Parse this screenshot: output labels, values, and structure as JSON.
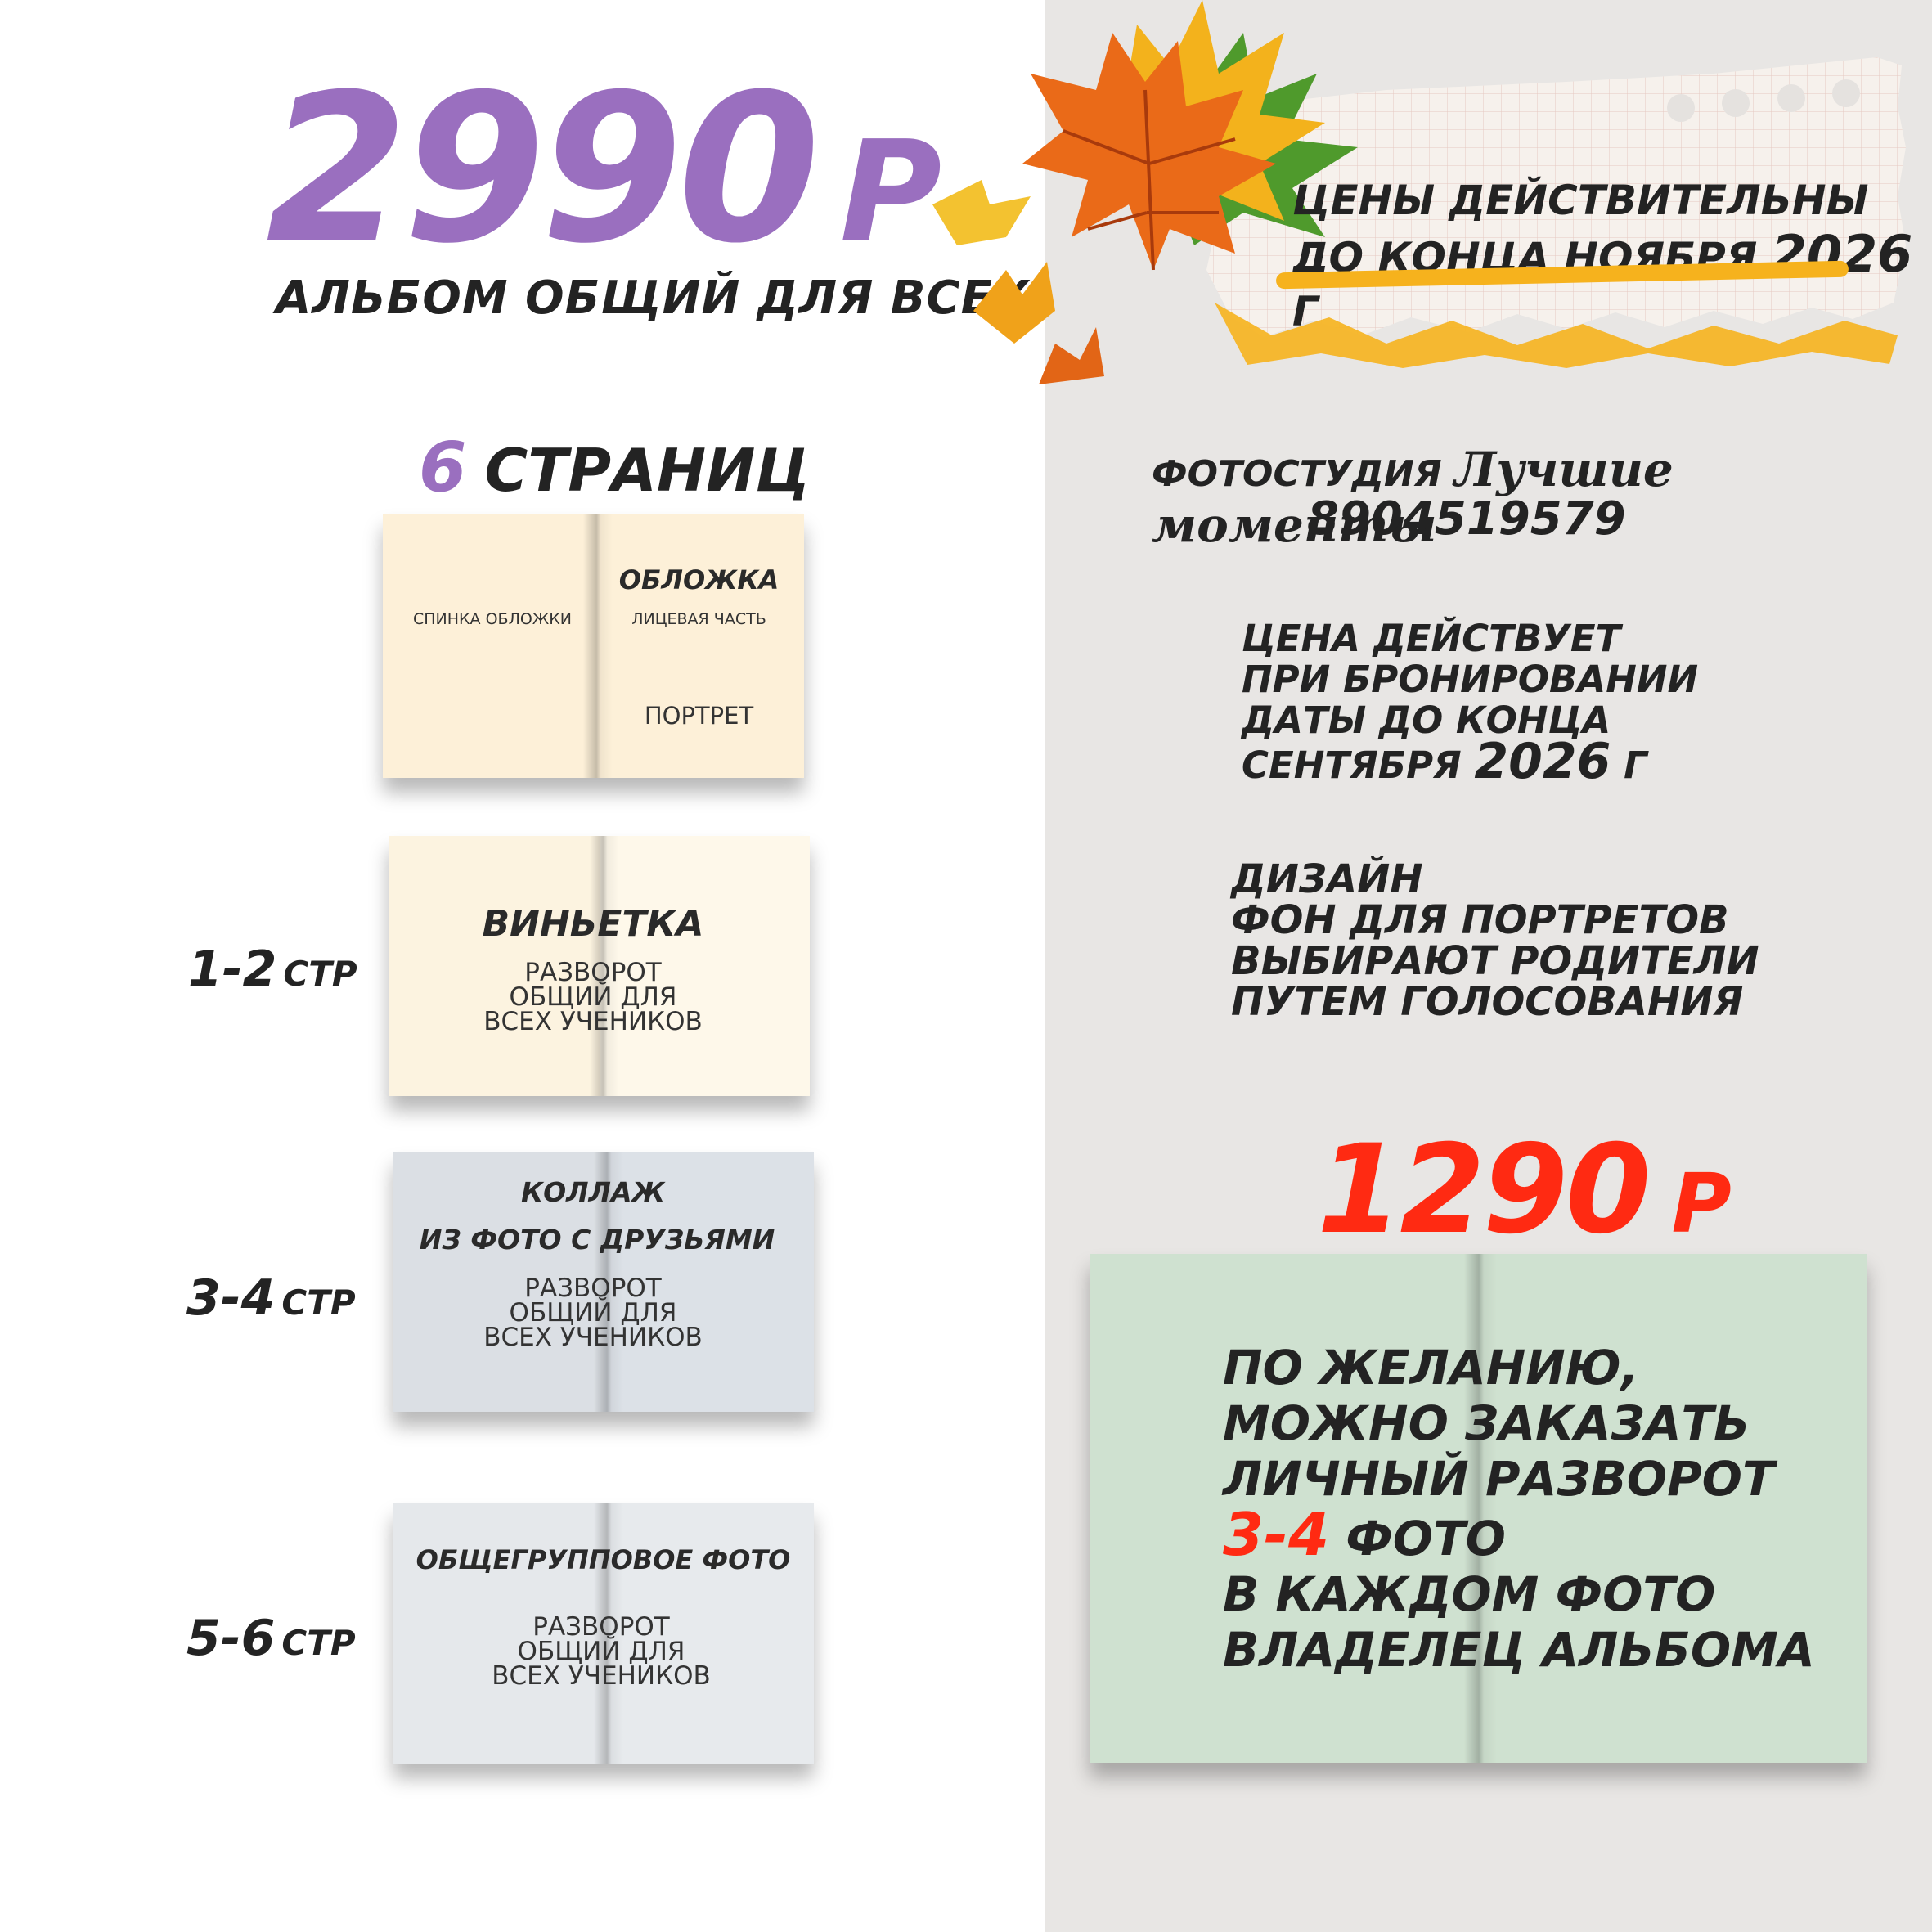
{
  "colors": {
    "purple": "#9a6fbf",
    "red": "#ff2a12",
    "yellow": "#f6b21d",
    "right_bg": "#e8e6e4"
  },
  "main_offer": {
    "price": "2990",
    "currency": "Р",
    "caption": "АЛЬБОМ ОБЩИЙ ДЛЯ ВСЕХ"
  },
  "validity_note": {
    "line1": "ЦЕНЫ ДЕЙСТВИТЕЛЬНЫ",
    "line2": "ДО КОНЦА НОЯБРЯ",
    "year": "2026",
    "year_suffix": "Г"
  },
  "pages": {
    "count": "6",
    "label": "СТРАНИЦ"
  },
  "cover": {
    "back_label": "СПИНКА ОБЛОЖКИ",
    "title": "ОБЛОЖКА",
    "front_label": "ЛИЦЕВАЯ ЧАСТЬ",
    "content": "ПОРТРЕТ"
  },
  "spreads": [
    {
      "pages": "1-2",
      "unit": "СТР",
      "title": "ВИНЬЕТКА",
      "title2": "",
      "desc": [
        "РАЗВОРОТ",
        "ОБЩИЙ ДЛЯ",
        "ВСЕХ УЧЕНИКОВ"
      ]
    },
    {
      "pages": "3-4",
      "unit": "СТР",
      "title": "КОЛЛАЖ",
      "title2": "ИЗ ФОТО С ДРУЗЬЯМИ",
      "desc": [
        "РАЗВОРОТ",
        "ОБЩИЙ ДЛЯ",
        "ВСЕХ УЧЕНИКОВ"
      ]
    },
    {
      "pages": "5-6",
      "unit": "СТР",
      "title": "ОБЩЕГРУППОВОЕ ФОТО",
      "title2": "",
      "desc": [
        "РАЗВОРОТ",
        "ОБЩИЙ ДЛЯ",
        "ВСЕХ УЧЕНИКОВ"
      ]
    }
  ],
  "studio": {
    "prefix": "ФОТОСТУДИЯ",
    "name": "Лучшие моменты",
    "phone": "8904519579"
  },
  "booking_note": {
    "lines": [
      "ЦЕНА ДЕЙСТВУЕТ",
      "ПРИ БРОНИРОВАНИИ",
      "ДАТЫ ДО КОНЦА"
    ],
    "last_prefix": "СЕНТЯБРЯ",
    "year": "2026",
    "year_suffix": "Г"
  },
  "design_note": {
    "lines": [
      "ДИЗАЙН",
      "ФОН ДЛЯ ПОРТРЕТОВ",
      "ВЫБИРАЮТ РОДИТЕЛИ",
      "ПУТЕМ ГОЛОСОВАНИЯ"
    ]
  },
  "extra_offer": {
    "price": "1290",
    "currency": "Р",
    "lines": [
      "ПО ЖЕЛАНИЮ,",
      "МОЖНО ЗАКАЗАТЬ",
      "ЛИЧНЫЙ РАЗВОРОТ"
    ],
    "count": "3-4",
    "count_suffix": "ФОТО",
    "lines2": [
      "В КАЖДОМ ФОТО",
      "ВЛАДЕЛЕЦ АЛЬБОМА"
    ]
  }
}
